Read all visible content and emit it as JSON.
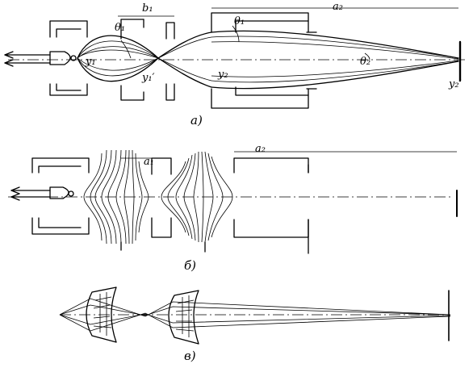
{
  "diagram": {
    "panel_a": {
      "caption": "а)",
      "labels": {
        "b1": "b₁",
        "a2": "a₂",
        "theta1_left": "θ₁",
        "theta1_right": "θ₁",
        "theta2": "θ₂",
        "y1": "y₁",
        "y1_prime": "y₁′",
        "y2": "y₂",
        "y2_prime": "y₂′"
      }
    },
    "panel_b": {
      "caption": "б)",
      "labels": {
        "a1": "a₁",
        "a2": "a₂"
      }
    },
    "panel_c": {
      "caption": "в)"
    }
  }
}
